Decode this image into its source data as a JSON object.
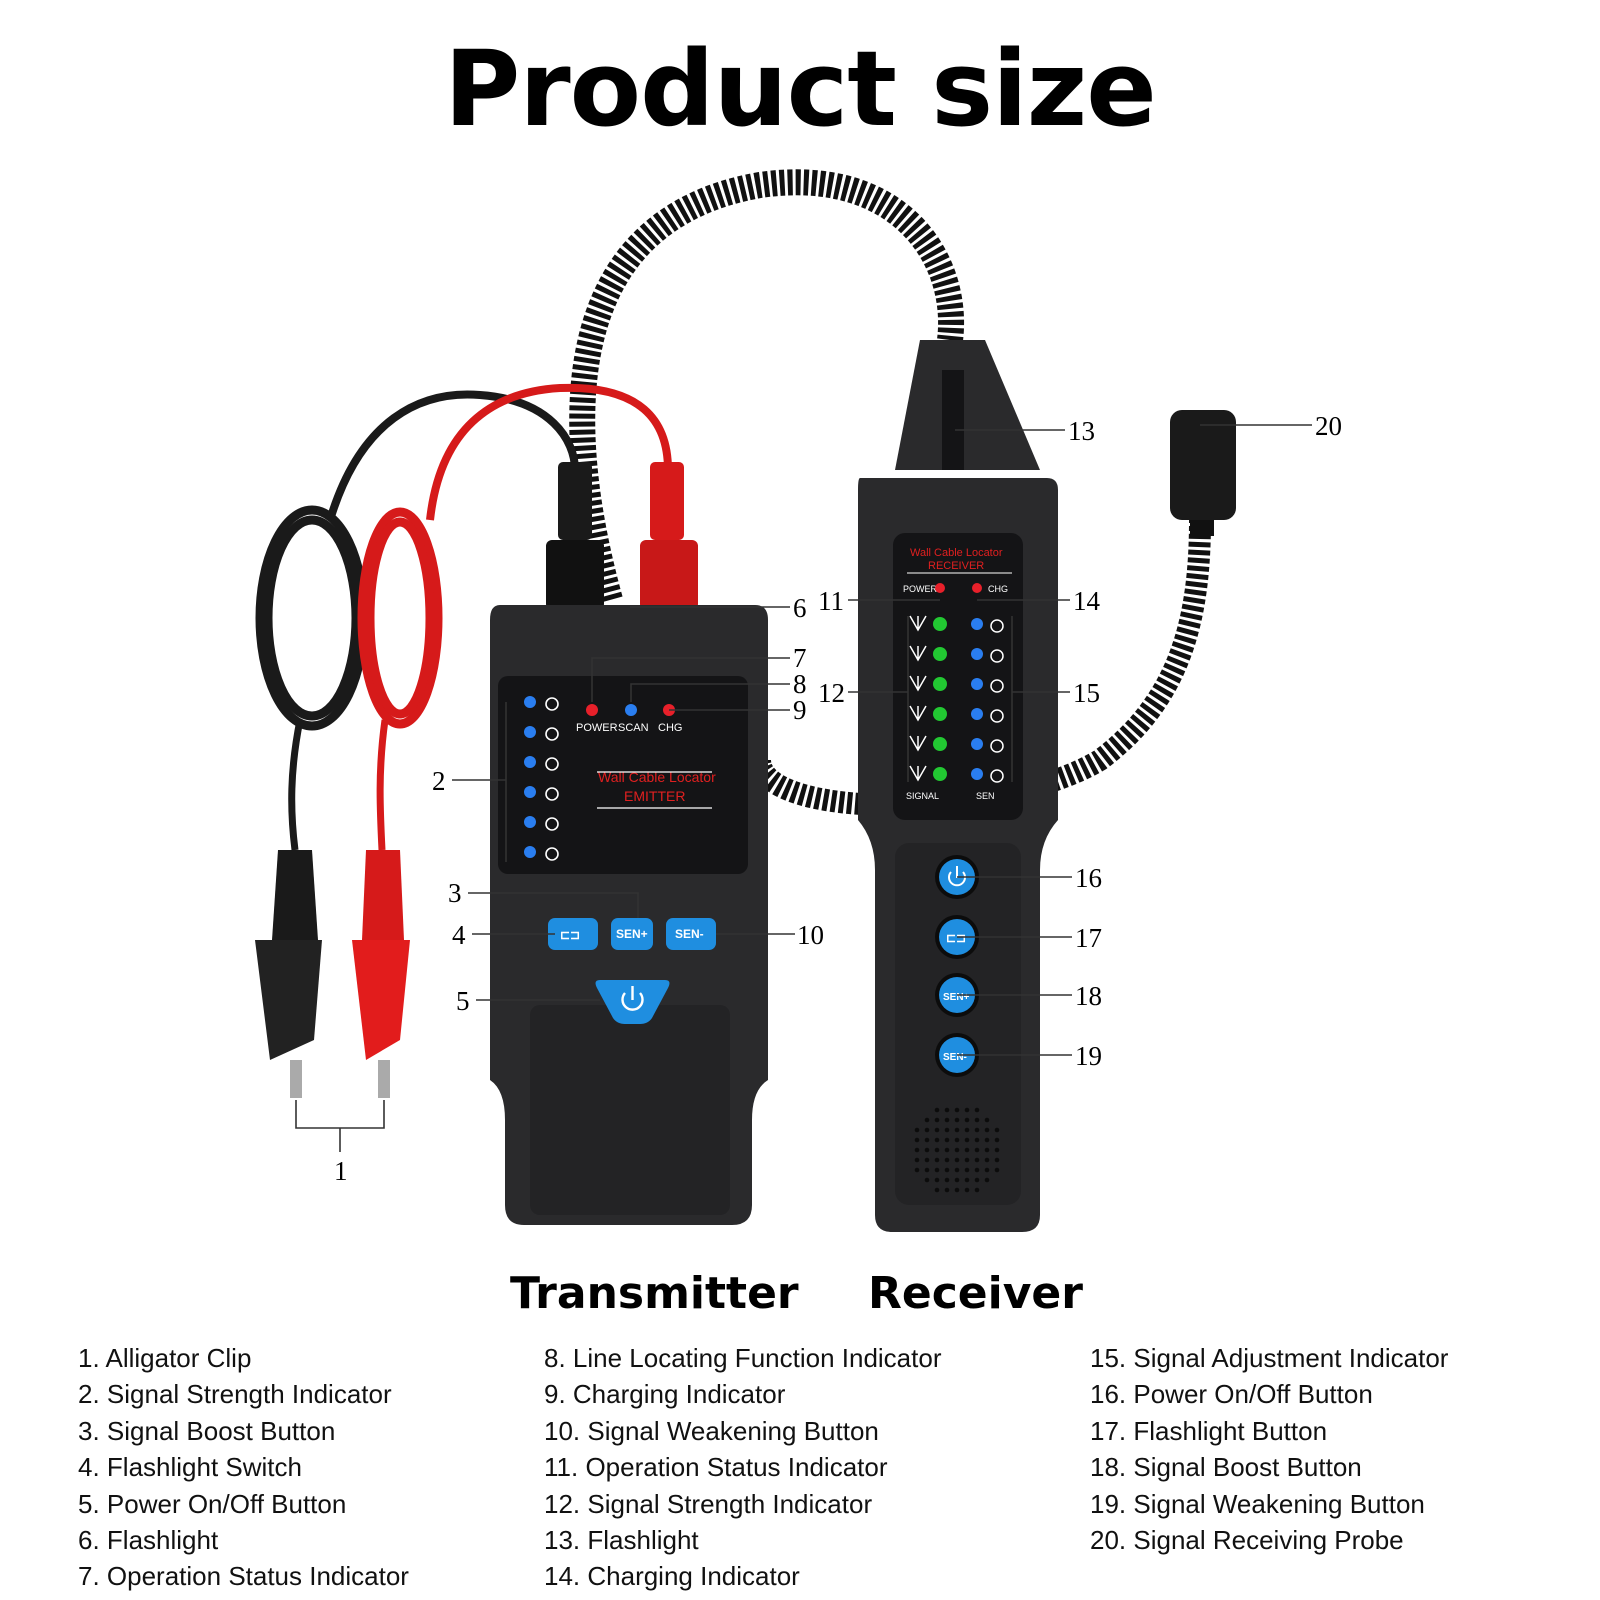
{
  "title": "Product size",
  "device_labels": {
    "transmitter": "Transmitter",
    "receiver": "Receiver"
  },
  "callouts": [
    "1",
    "2",
    "3",
    "4",
    "5",
    "6",
    "7",
    "8",
    "9",
    "10",
    "11",
    "12",
    "13",
    "14",
    "15",
    "16",
    "17",
    "18",
    "19",
    "20"
  ],
  "transmitter_screen": {
    "indicators": [
      "POWER",
      "SCAN",
      "CHG"
    ],
    "brand_line1": "Wall Cable Locator",
    "brand_line2": "EMITTER"
  },
  "transmitter_buttons": {
    "boost": "SEN+",
    "weaken": "SEN-"
  },
  "receiver_screen": {
    "brand_line1": "Wall  Cable  Locator",
    "brand_line2": "RECEIVER",
    "power_label": "POWER",
    "chg_label": "CHG",
    "signal_label": "SIGNAL",
    "sen_label": "SEN"
  },
  "receiver_buttons": {
    "boost": "SEN+",
    "weaken": "SEN-"
  },
  "legend": {
    "col1": [
      "1. Alligator Clip",
      "2. Signal Strength Indicator",
      "3. Signal Boost Button",
      "4. Flashlight Switch",
      "5. Power On/Off Button",
      "6. Flashlight",
      "7. Operation Status Indicator"
    ],
    "col2": [
      "8. Line Locating Function Indicator",
      "9. Charging Indicator",
      "10. Signal Weakening Button",
      "11. Operation Status Indicator",
      "12. Signal Strength Indicator",
      "13. Flashlight",
      "14. Charging Indicator"
    ],
    "col3": [
      "15. Signal Adjustment Indicator",
      "16. Power On/Off Button",
      "17. Flashlight Button",
      "18. Signal Boost Button",
      "19. Signal Weakening Button",
      "20. Signal Receiving Probe"
    ]
  },
  "colors": {
    "body": "#2a2a2c",
    "screen": "#141416",
    "button": "#1f8ee0",
    "led_red": "#e8202a",
    "led_blue": "#2a7ef0",
    "led_green": "#22c832",
    "lead_red": "#d61a1a",
    "lead_black": "#1a1a1a"
  }
}
